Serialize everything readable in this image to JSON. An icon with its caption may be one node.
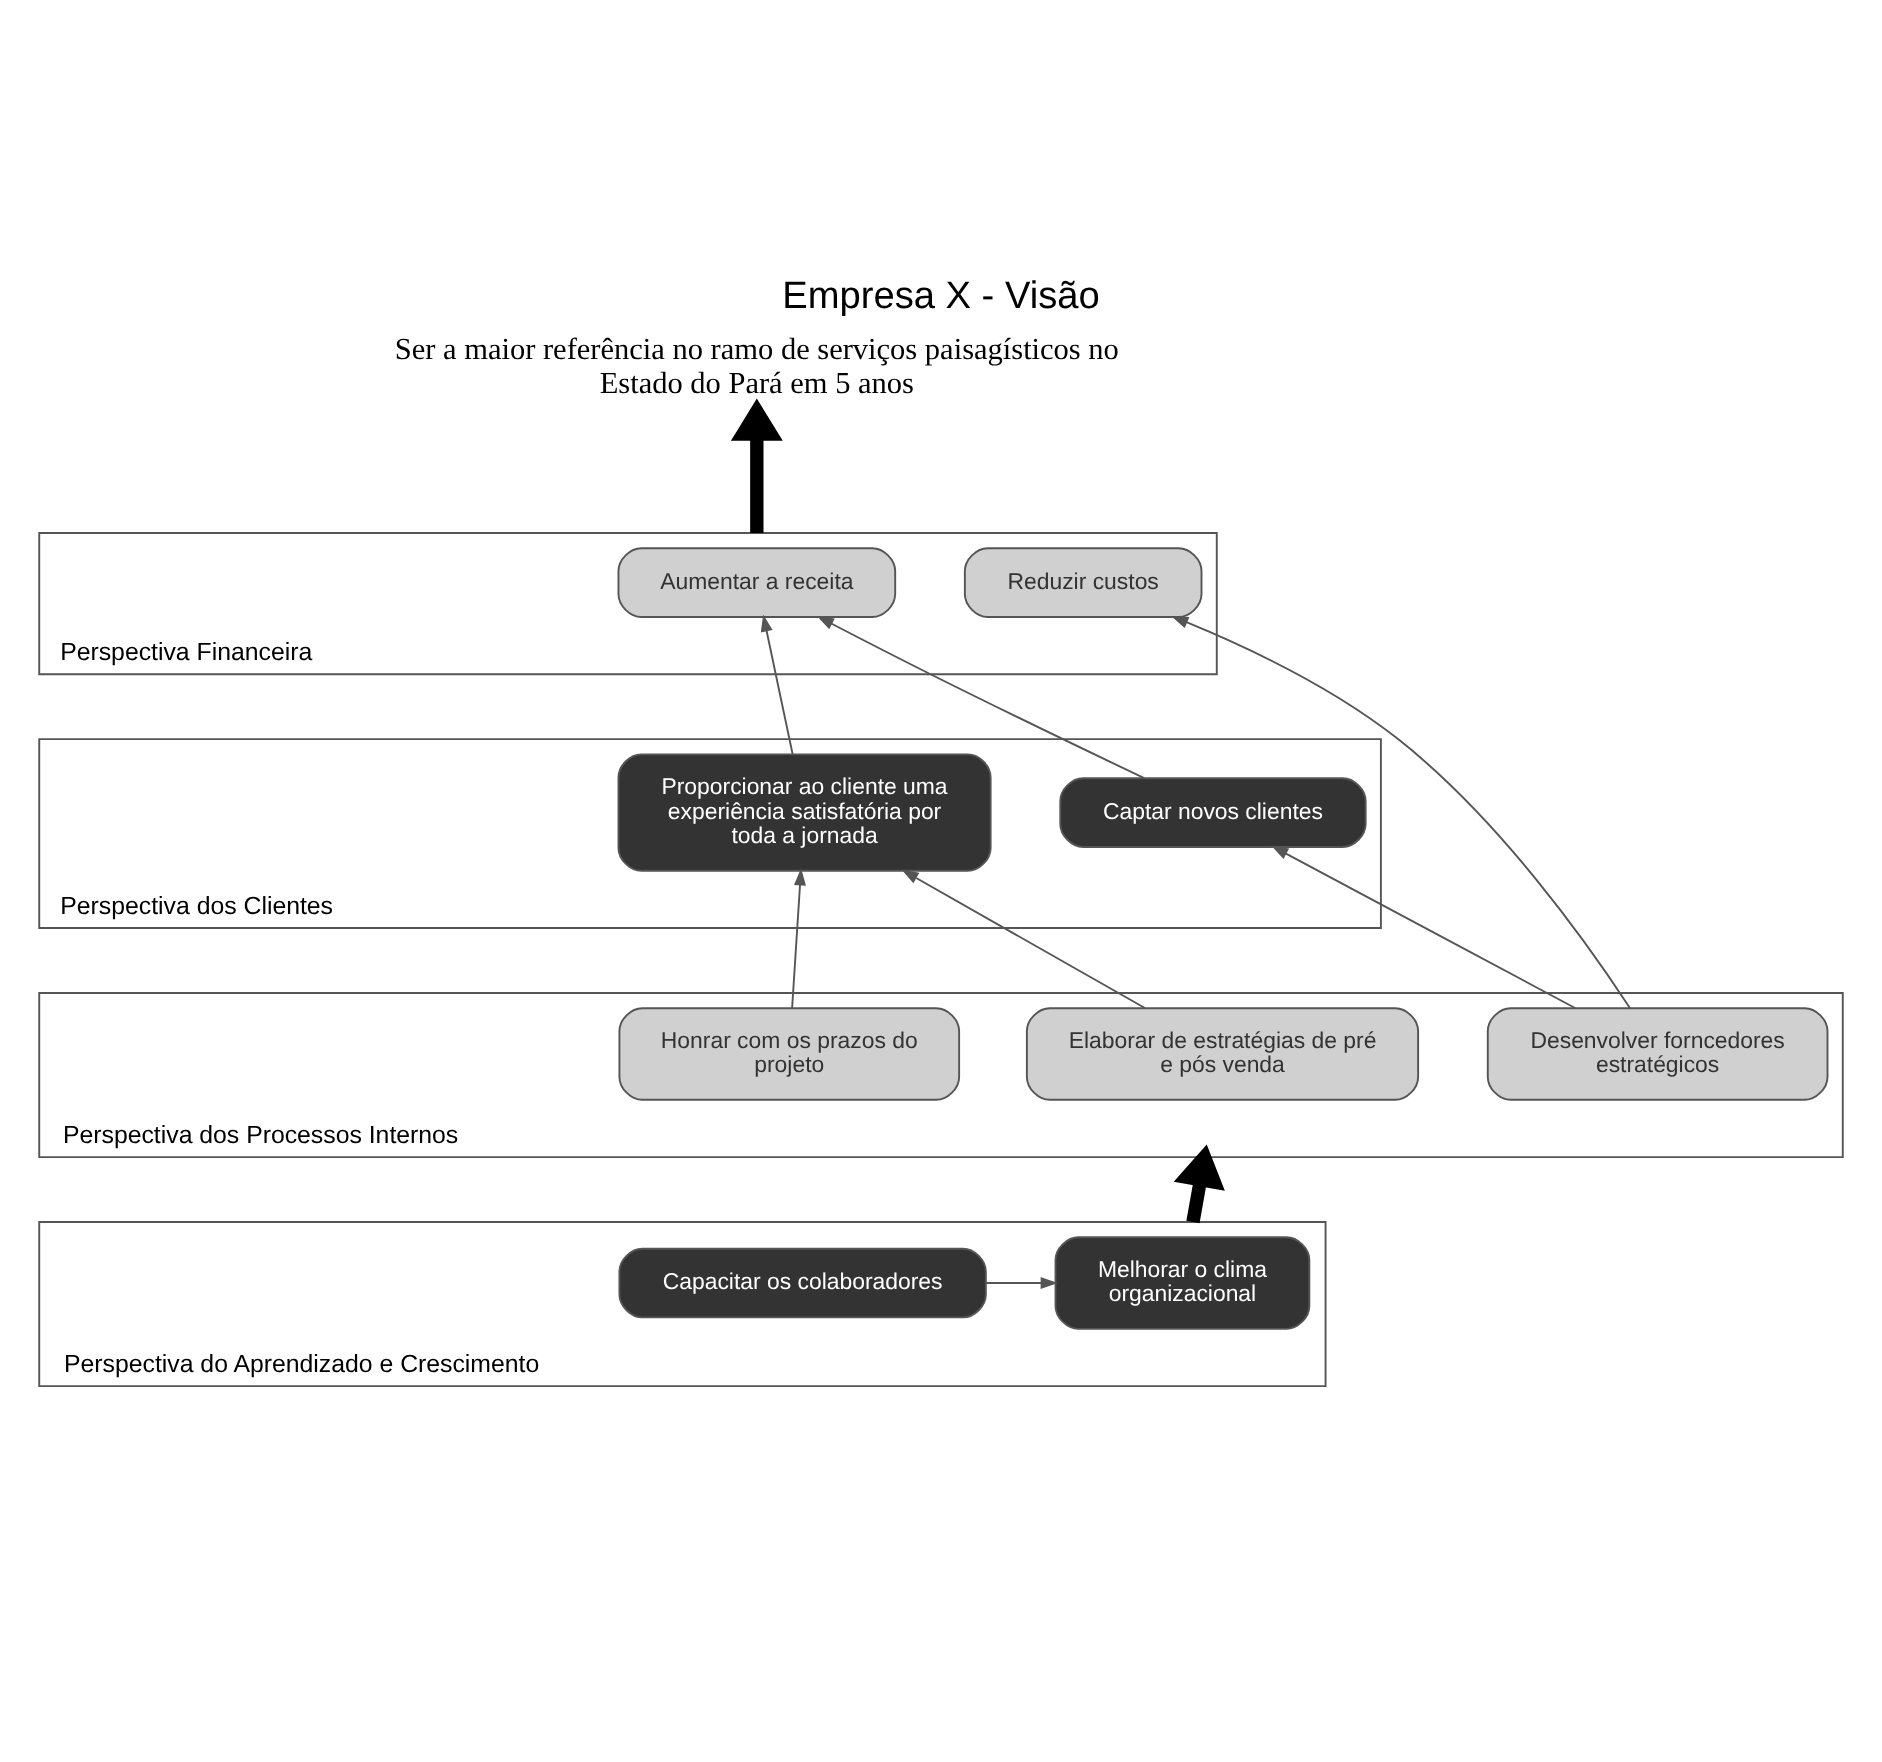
{
  "diagram": {
    "title": "Empresa X - Visão",
    "nodes": [
      {
        "text": [
          "Ser a maior referência no ramo de serviços paisagísticos no Estado do Pará em 5 anos"
        ]
      },
      {
        "text": [
          "Perspectiva Financeira"
        ]
      },
      {
        "text": [
          "Aumentar a receita"
        ],
        "in": 1
      },
      {
        "text": [
          "Reduzir custos"
        ],
        "in": 1
      },
      {
        "text": [
          "Perspectiva dos Clientes"
        ]
      },
      {
        "text": [
          "Proporcionar ao cliente uma experiência satisfatória por toda a jornada"
        ],
        "in": 4
      },
      {
        "text": [
          "Captar novos clientes"
        ],
        "in": 4
      },
      {
        "text": [
          "Perspectiva dos Processos Internos"
        ]
      },
      {
        "text": [
          "Elaborar de estratégias de pré e pós venda"
        ],
        "in": 7
      },
      {
        "text": [
          "Honrar com os prazos do projeto"
        ],
        "in": 7
      },
      {
        "text": [
          "Desenvolver forncedores estratégicos"
        ],
        "in": 7
      },
      {
        "text": [
          "Perspectiva do Aprendizado e Crescimento"
        ]
      },
      {
        "text": [
          "Melhorar o clima organizacional"
        ],
        "in": 11
      },
      {
        "text": [
          "Capacitar os colaboradores"
        ],
        "in": 11
      }
    ],
    "edges": [
      {
        "from": 1,
        "to": 0,
        "arrow": "to",
        "style": "thick",
        "color": "#000000"
      },
      {
        "from": 5,
        "to": 2,
        "arrow": "to"
      },
      {
        "from": 6,
        "to": 2,
        "arrow": "to"
      },
      {
        "from": 10,
        "to": 3,
        "arrow": "to"
      },
      {
        "from": 8,
        "to": 5,
        "arrow": "to"
      },
      {
        "from": 9,
        "to": 5,
        "arrow": "to"
      },
      {
        "from": 10,
        "to": 6,
        "arrow": "to"
      },
      {
        "from": 11,
        "to": 7,
        "arrow": "to",
        "style": "thick",
        "color": "#000000"
      },
      {
        "from": 13,
        "to": 12,
        "arrow": "to"
      }
    ]
  }
}
